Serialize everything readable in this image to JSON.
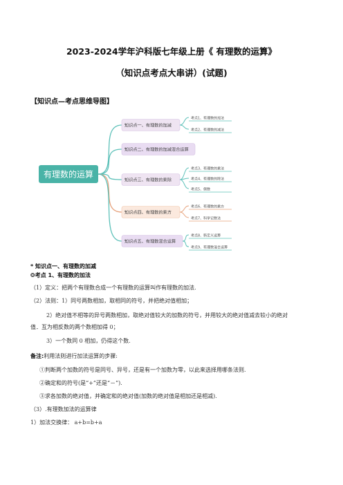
{
  "title": "2023-2024学年沪科版七年级上册《 有理数的运算》",
  "subtitle": "（知识点考点大串讲）(试题)",
  "section_mindmap": "【知识点—考点思维导图】",
  "mindmap": {
    "root": "有理数的运算",
    "branches": [
      {
        "label": "知识点一、有理数的加减",
        "color": "#efe4f2",
        "children": [
          "考点1、有理数的加法",
          "考点2、有理数的减法"
        ]
      },
      {
        "label": "知识点二、有理数的加减混合运算",
        "color": "#e9dcf2",
        "children": []
      },
      {
        "label": "知识点三、有理数的乘除",
        "color": "#efe4f2",
        "children": [
          "考点3、有理数的乘法",
          "考点4、有理数的除法",
          "考点5、倒数"
        ]
      },
      {
        "label": "知识点四、有理数的乘方",
        "color": "#fbe9de",
        "children": [
          "考点6、有理数的乘方",
          "考点7、科学记数法"
        ]
      },
      {
        "label": "知识点五、有理数混合运算",
        "color": "#e9dcf2",
        "children": [
          "考点8、新定义运算",
          "考点9、有理数混合运算"
        ]
      }
    ]
  },
  "content": {
    "h1": "* 知识点一、有理数的加减",
    "h2": "❂考点 1、有理数的加法",
    "p1": "（1）定义：把两个有理数合成一个有理数的运算叫作有理数的加法.",
    "p2": "（2）法则：1）同号两数相加，取相同的符号，并把绝对值相加；",
    "p3": "2）绝对值不相等的异号两数相加，取绝对值较大的加数的符号，并用较大的绝对值减去较小的绝对",
    "p3b": "值．互为相反数的两个数相加得 0；",
    "p4": "3）一个数同 0 相加，仍得这个数.",
    "note_label": "备注:",
    "note_text": "利用法则进行加法运算的步骤:",
    "s1": "①判断两个加数的符号是同号、异号，还是有一个加数为零，以此来选择用哪条法则.",
    "s2": "②确定和的符号(是“+”还是“－”).",
    "s3": "③求各加数的绝对值，并确定和的绝对值(加数的绝对值是相加还是相减).",
    "p5": "（3）.有理数加法的运算律",
    "p6": "1）加法交换律： a+b=b+a"
  }
}
